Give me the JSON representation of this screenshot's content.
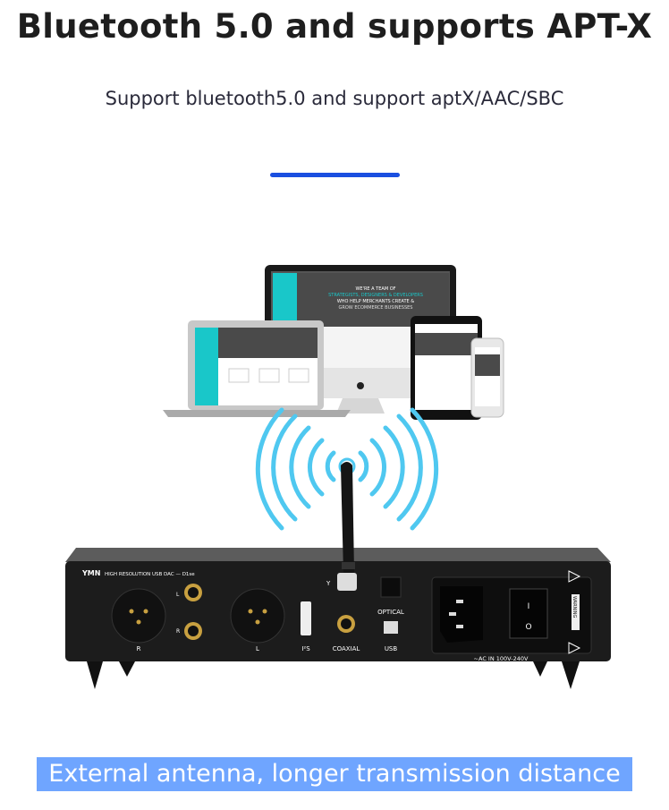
{
  "header": {
    "title": "Bluetooth 5.0 and supports APT-X",
    "subtitle": "Support bluetooth5.0 and support aptX/AAC/SBC"
  },
  "colors": {
    "accent": "#1a4fe0",
    "banner": "#6fa5ff",
    "waves": "#4fc8f0",
    "screen_teal": "#19c7c9"
  },
  "devices_screen": {
    "headline_1": "WE'RE A TEAM OF",
    "headline_2": "STRATEGISTS, DESIGNERS & DEVELOPERS",
    "headline_3": "WHO HELP MERCHANTS CREATE &",
    "headline_4": "GROW ECOMMERCE BUSINESSES"
  },
  "dac": {
    "brand": "YMN",
    "model": "HIGH RESOLUTION USB DAC — D1se",
    "labels": {
      "xlr_r": "R",
      "xlr_l": "L",
      "rca_l": "L",
      "rca_r": "R",
      "i2s": "I²S",
      "coaxial": "COAXIAL",
      "optical": "OPTICAL",
      "usb": "USB",
      "antenna": "Y",
      "power": "~AC IN 100V-240V",
      "warning": "WARNING",
      "switch_on": "I",
      "switch_off": "O"
    }
  },
  "footer": {
    "banner": "External antenna, longer transmission distance"
  }
}
